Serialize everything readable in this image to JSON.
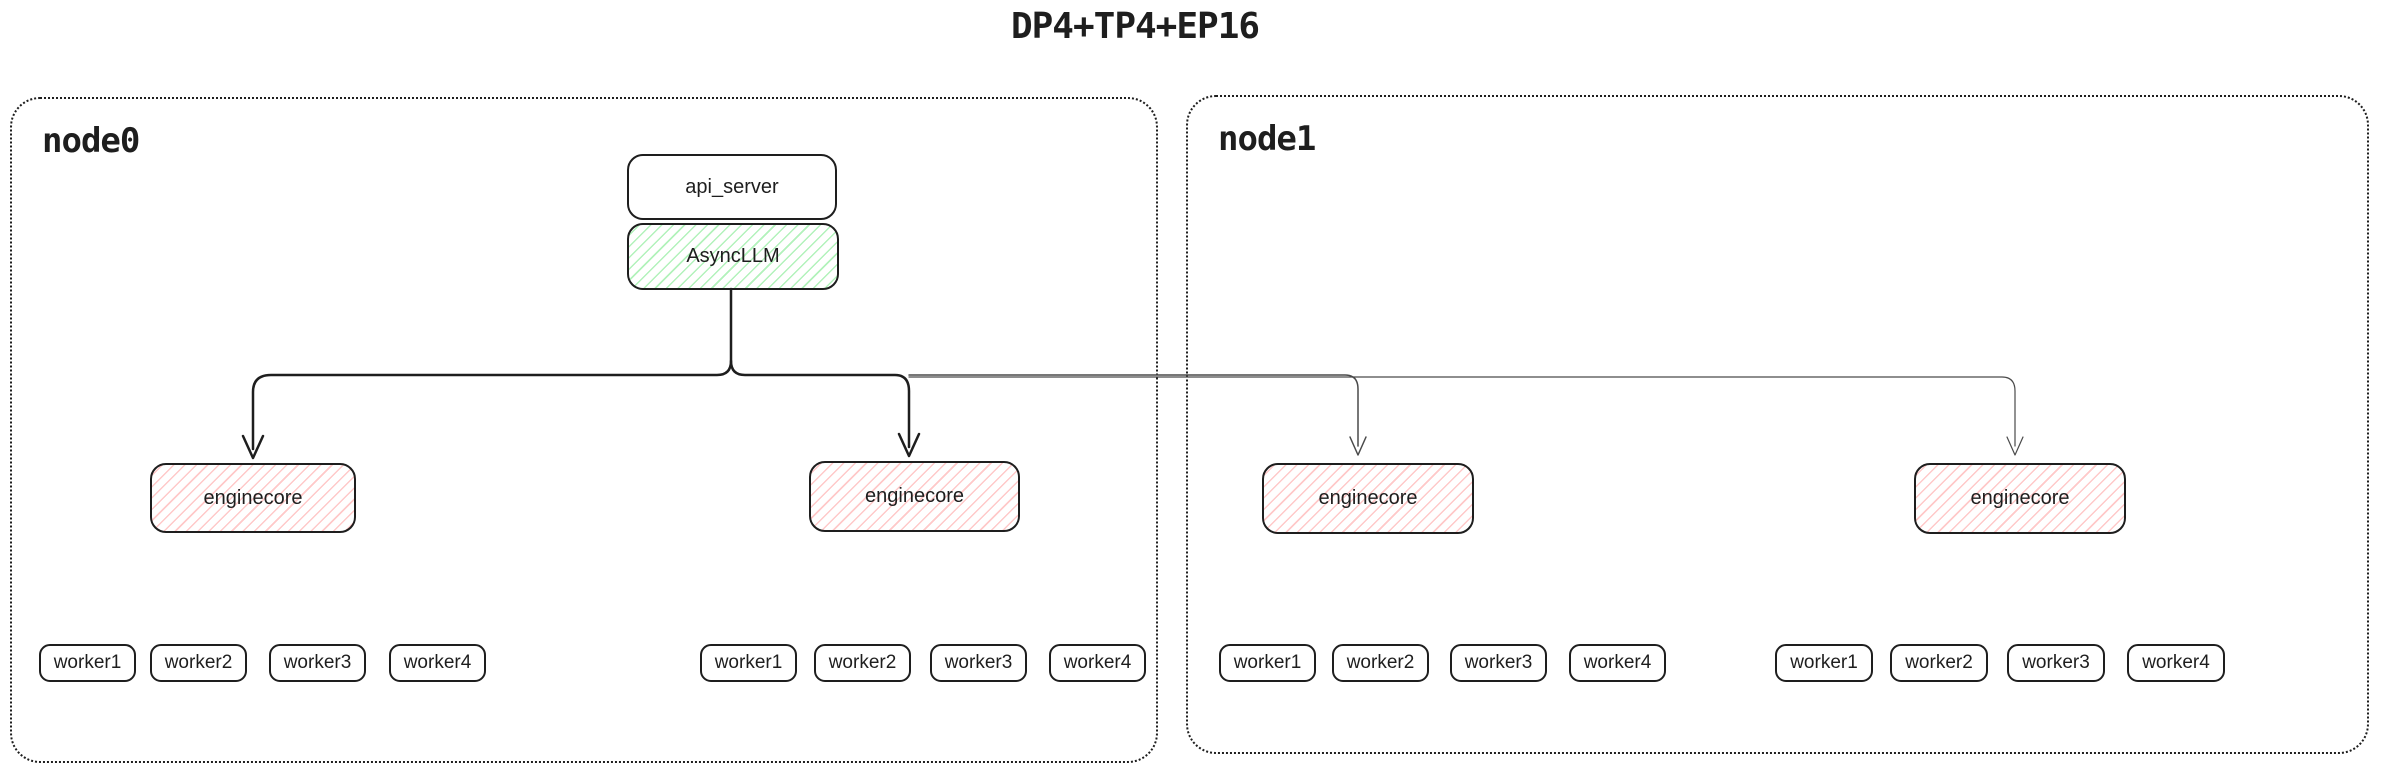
{
  "title": "DP4+TP4+EP16",
  "node0": {
    "label": "node0",
    "api_server_label": "api_server",
    "asyncllm_label": "AsyncLLM",
    "enginecores": [
      "enginecore",
      "enginecore"
    ],
    "worker_groups": [
      [
        "worker1",
        "worker2",
        "worker3",
        "worker4"
      ],
      [
        "worker1",
        "worker2",
        "worker3",
        "worker4"
      ]
    ]
  },
  "node1": {
    "label": "node1",
    "enginecores": [
      "enginecore",
      "enginecore"
    ],
    "worker_groups": [
      [
        "worker1",
        "worker2",
        "worker3",
        "worker4"
      ],
      [
        "worker1",
        "worker2",
        "worker3",
        "worker4"
      ]
    ]
  },
  "colors": {
    "stroke": "#1e1e1e",
    "hatch-green": "#b2f2bb",
    "hatch-red": "#ffc9c9",
    "thin-arrow": "#4a4a4a"
  }
}
